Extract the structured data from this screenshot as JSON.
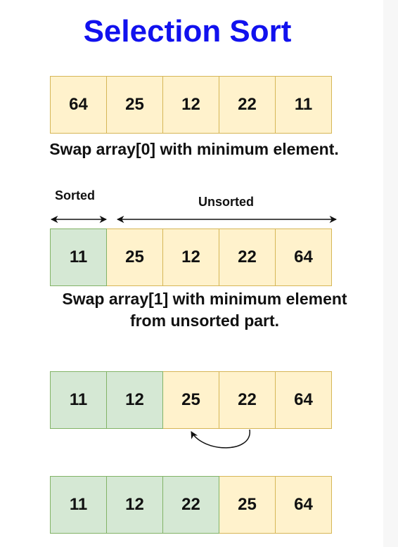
{
  "title": "Selection Sort",
  "colors": {
    "title": "#1111ee",
    "unsorted_fill": "#fff2cc",
    "unsorted_border": "#d6b656",
    "sorted_fill": "#d5e8d4",
    "sorted_border": "#82b366"
  },
  "steps": [
    {
      "cells": [
        {
          "value": "64",
          "sorted": false
        },
        {
          "value": "25",
          "sorted": false
        },
        {
          "value": "12",
          "sorted": false
        },
        {
          "value": "22",
          "sorted": false
        },
        {
          "value": "11",
          "sorted": false
        }
      ],
      "caption": "Swap array[0] with minimum element."
    },
    {
      "cells": [
        {
          "value": "11",
          "sorted": true
        },
        {
          "value": "25",
          "sorted": false
        },
        {
          "value": "12",
          "sorted": false
        },
        {
          "value": "22",
          "sorted": false
        },
        {
          "value": "64",
          "sorted": false
        }
      ],
      "caption_line1": "Swap array[1] with minimum element",
      "caption_line2": "from unsorted part."
    },
    {
      "cells": [
        {
          "value": "11",
          "sorted": true
        },
        {
          "value": "12",
          "sorted": true
        },
        {
          "value": "25",
          "sorted": false
        },
        {
          "value": "22",
          "sorted": false
        },
        {
          "value": "64",
          "sorted": false
        }
      ]
    },
    {
      "cells": [
        {
          "value": "11",
          "sorted": true
        },
        {
          "value": "12",
          "sorted": true
        },
        {
          "value": "22",
          "sorted": true
        },
        {
          "value": "25",
          "sorted": false
        },
        {
          "value": "64",
          "sorted": false
        }
      ]
    }
  ],
  "labels": {
    "sorted": "Sorted",
    "unsorted": "Unsorted"
  }
}
